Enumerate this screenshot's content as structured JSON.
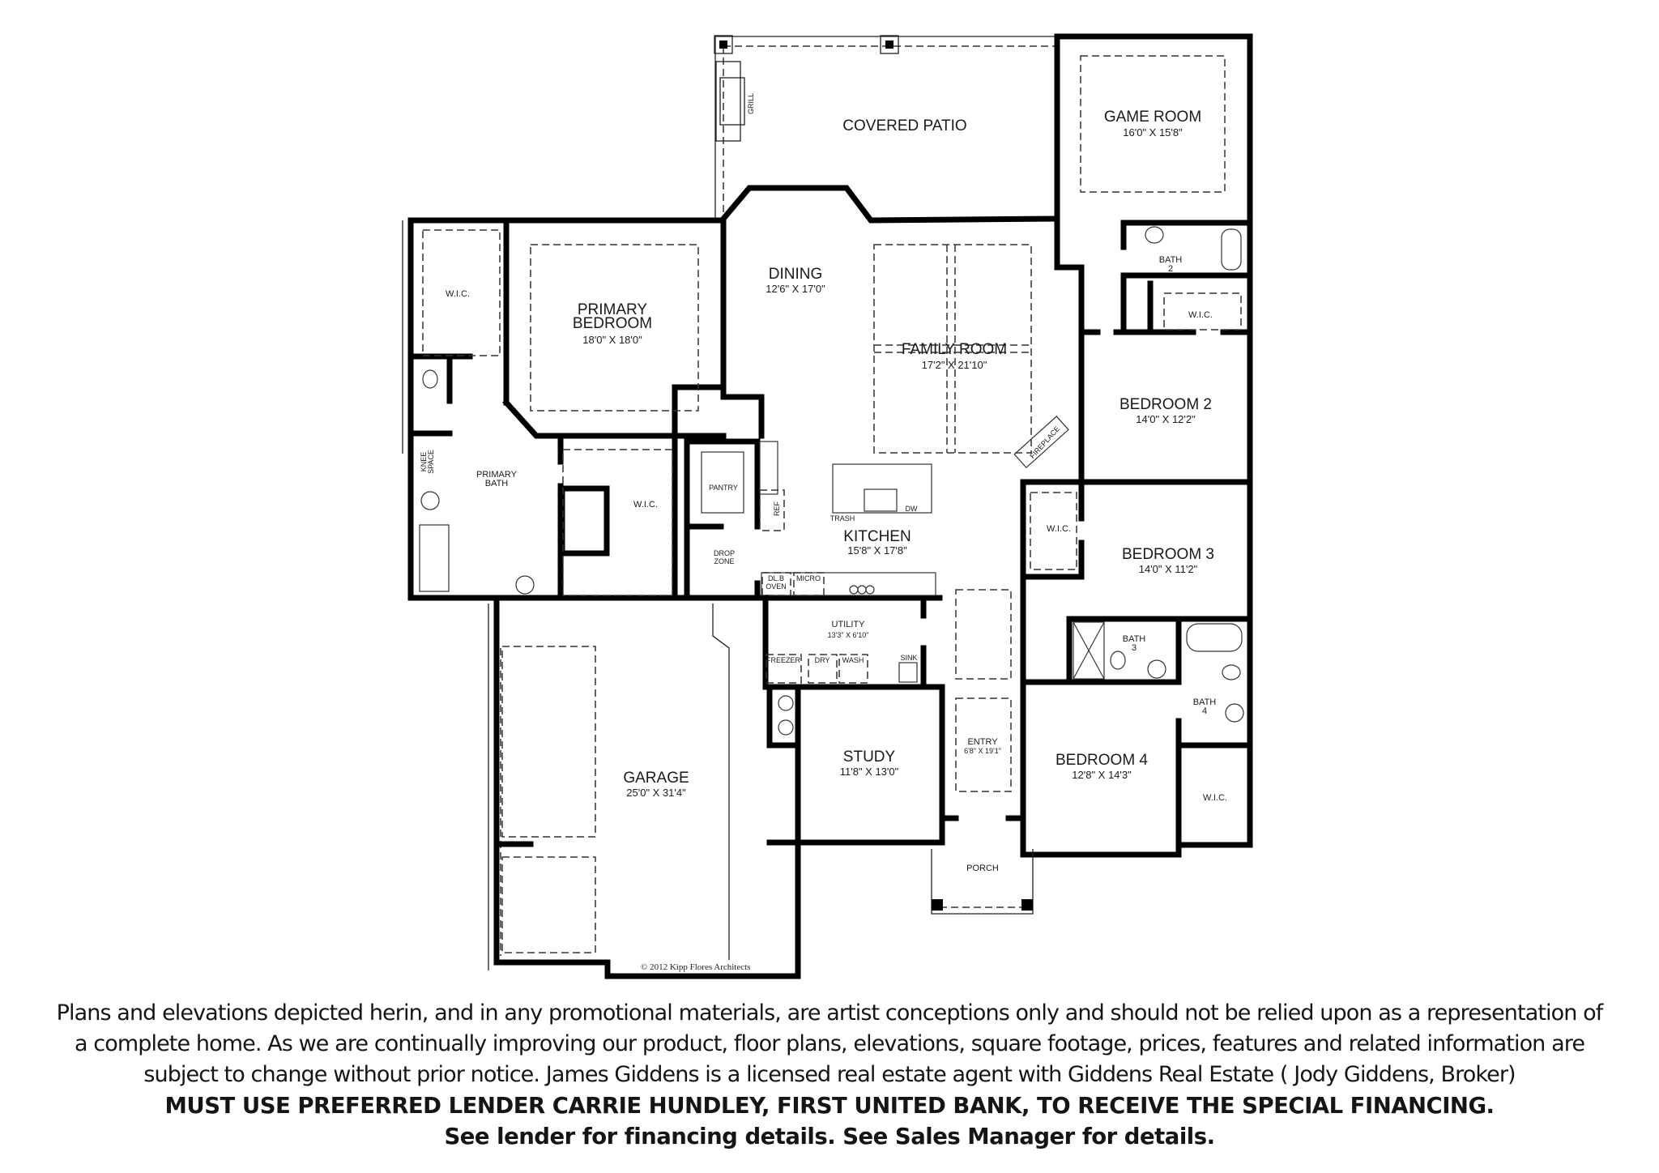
{
  "plan": {
    "rooms": {
      "covered_patio": {
        "name": "COVERED PATIO"
      },
      "grill": {
        "name": "GRILL"
      },
      "game_room": {
        "name": "GAME ROOM",
        "dims": "16'0\" X 15'8\""
      },
      "dining": {
        "name": "DINING",
        "dims": "12'6\" X 17'0\""
      },
      "family_room": {
        "name": "FAMILY ROOM",
        "dims": "17'2\" X 21'10\""
      },
      "primary_bedroom": {
        "name_line1": "PRIMARY",
        "name_line2": "BEDROOM",
        "dims": "18'0\" X 18'0\""
      },
      "primary_wic": {
        "name": "W.I.C."
      },
      "primary_bath": {
        "name_line1": "PRIMARY",
        "name_line2": "BATH"
      },
      "knee_space": {
        "name_line1": "KNEE",
        "name_line2": "SPACE"
      },
      "bath_wic": {
        "name": "W.I.C."
      },
      "pantry": {
        "name": "PANTRY"
      },
      "ref": {
        "name": "REF"
      },
      "drop_zone": {
        "name_line1": "DROP",
        "name_line2": "ZONE"
      },
      "kitchen": {
        "name": "KITCHEN",
        "dims": "15'8\" X 17'8\""
      },
      "trash": {
        "name": "TRASH"
      },
      "dw": {
        "name": "DW"
      },
      "dbl_oven": {
        "name_line1": "DL.B",
        "name_line2": "OVEN"
      },
      "micro": {
        "name": "MICRO"
      },
      "fireplace": {
        "name": "FIREPLACE"
      },
      "bath2": {
        "name": "BATH",
        "num": "2"
      },
      "bedroom2_wic": {
        "name": "W.I.C."
      },
      "bedroom2": {
        "name": "BEDROOM 2",
        "dims": "14'0\" X 12'2\""
      },
      "bedroom3_wic": {
        "name": "W.I.C."
      },
      "bedroom3": {
        "name": "BEDROOM 3",
        "dims": "14'0\" X 11'2\""
      },
      "bath3": {
        "name": "BATH",
        "num": "3"
      },
      "bath4": {
        "name": "BATH",
        "num": "4"
      },
      "bedroom4": {
        "name": "BEDROOM 4",
        "dims": "12'8\" X 14'3\""
      },
      "bedroom4_wic": {
        "name": "W.I.C."
      },
      "utility": {
        "name": "UTILITY",
        "dims": "13'3\" X 6'10\""
      },
      "freezer": {
        "name": "FREEZER"
      },
      "dry": {
        "name": "DRY"
      },
      "wash": {
        "name": "WASH"
      },
      "sink": {
        "name": "SINK"
      },
      "study": {
        "name": "STUDY",
        "dims": "11'8\" X 13'0\""
      },
      "entry": {
        "name": "ENTRY",
        "dims": "6'8\" X 19'1\""
      },
      "porch": {
        "name": "PORCH"
      },
      "garage": {
        "name": "GARAGE",
        "dims": "25'0\" X 31'4\""
      }
    },
    "copyright": "© 2012 Kipp Flores Architects"
  },
  "disclaimer": {
    "line1": "Plans and elevations depicted herin, and in any promotional materials, are artist conceptions only and should not be relied upon as a representation of",
    "line2": "a complete home.  As we are continually improving our product, floor plans, elevations, square footage, prices, features and related information are",
    "line3": "subject to change without prior notice. James Giddens is a licensed real estate agent with Giddens Real Estate ( Jody Giddens, Broker)",
    "line4": "MUST USE PREFERRED LENDER CARRIE HUNDLEY, FIRST UNITED BANK, TO RECEIVE THE SPECIAL FINANCING.",
    "line5": "See lender for financing details. See Sales Manager for details."
  }
}
